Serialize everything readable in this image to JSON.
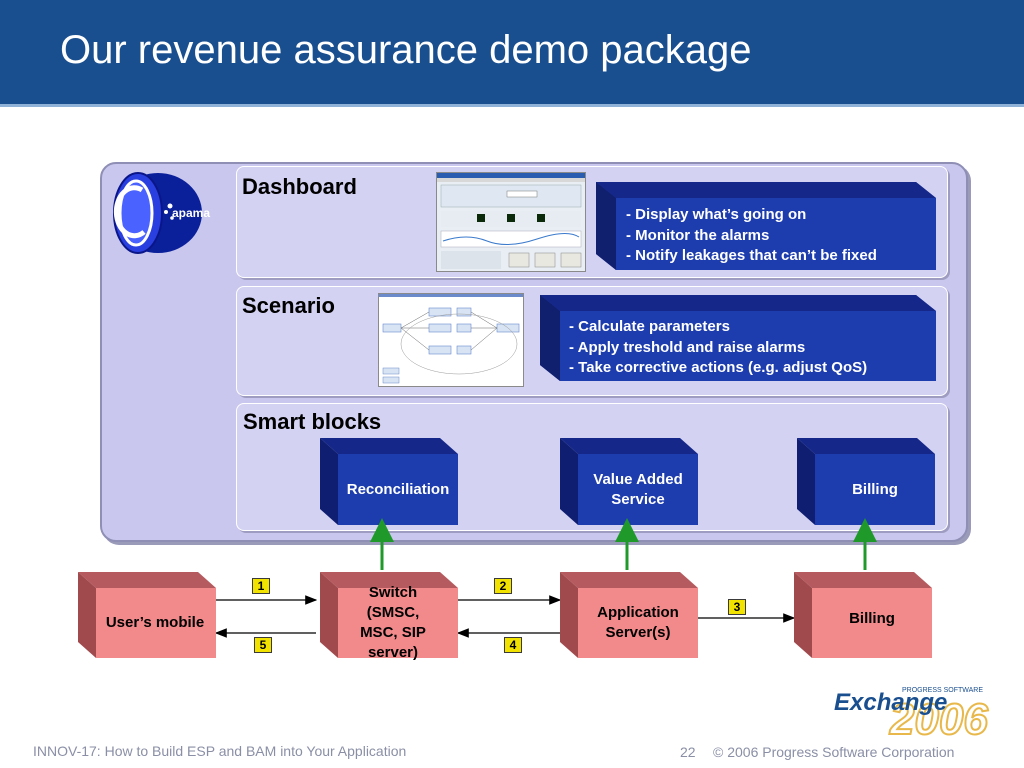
{
  "slide_title": "Our revenue assurance demo package",
  "sections": {
    "dashboard": {
      "title": "Dashboard",
      "bullets": [
        "- Display what’s going on",
        "- Monitor the alarms",
        "- Notify leakages that can’t be fixed"
      ]
    },
    "scenario": {
      "title": "Scenario",
      "bullets": [
        "- Calculate parameters",
        "- Apply treshold and raise alarms",
        "- Take corrective actions (e.g. adjust QoS)"
      ]
    },
    "smart_blocks": {
      "title": "Smart blocks",
      "blocks": [
        "Reconciliation",
        "Value Added Service",
        "Billing"
      ]
    }
  },
  "logo_apama": "apama",
  "flow": {
    "nodes": [
      "User’s mobile",
      "Switch (SMSC, MSC, SIP server)",
      "Application Server(s)",
      "Billing"
    ],
    "steps": [
      "1",
      "2",
      "3",
      "4",
      "5"
    ]
  },
  "logo_exchange": {
    "brand": "PROGRESS SOFTWARE",
    "name": "Exchange",
    "year": "2006"
  },
  "footer": {
    "left": "INNOV-17: How to Build ESP and BAM into Your Application",
    "page": "22",
    "copyright": "© 2006 Progress Software Corporation"
  },
  "colors": {
    "title_bar": "#1a4f8f",
    "panel": "#c9c7ee",
    "blue_box": "#1d3cae",
    "pink_box": "#f28a8c",
    "arrow_green": "#1f9a2a",
    "badge": "#f2e200"
  }
}
